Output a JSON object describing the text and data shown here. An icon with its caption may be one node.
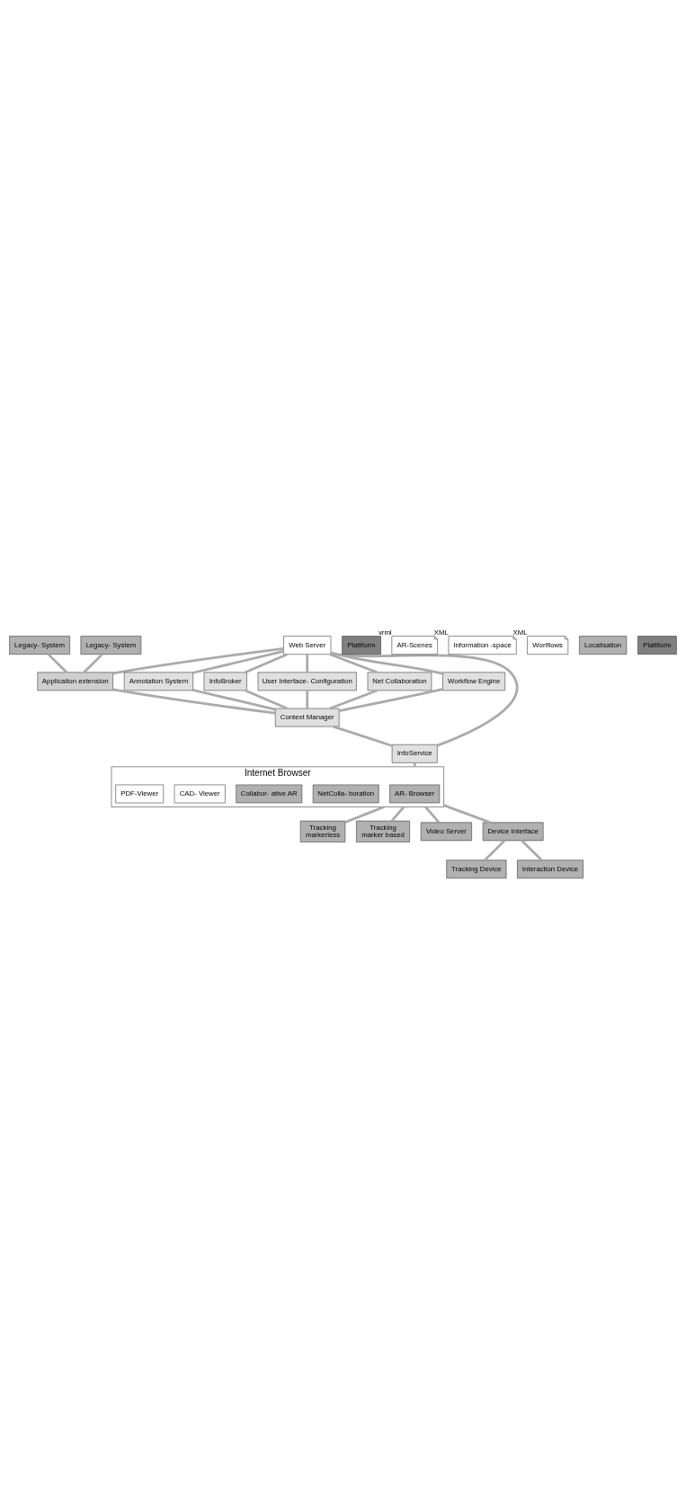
{
  "diagram": {
    "nodes": [
      {
        "text": [
          "Web Server"
        ]
      },
      {
        "text": [
          "Application extension"
        ]
      },
      {
        "text": [
          "Annotation System"
        ]
      },
      {
        "text": [
          "InfoBroker"
        ]
      },
      {
        "text": [
          "User Interface- Configuration"
        ]
      },
      {
        "text": [
          "Net Collaboration"
        ]
      },
      {
        "text": [
          "Workflow Engine"
        ]
      },
      {
        "text": [
          "Context Manager"
        ]
      },
      {
        "text": [
          "Plattform"
        ]
      },
      {
        "text": [
          "Legacy- System"
        ]
      },
      {
        "text": [
          "Legacy- System"
        ]
      },
      {
        "text": [
          "AR-Scenes"
        ],
        "beside": [
          "vrml"
        ]
      },
      {
        "text": [
          "Information -space"
        ],
        "beside": [
          "XML"
        ]
      },
      {
        "text": [
          "Worlflows"
        ],
        "beside": [
          "XML"
        ]
      },
      {
        "text": [
          "InfoService"
        ]
      },
      {
        "text": [
          "Internet Browser"
        ]
      },
      {
        "text": [
          "AR- Browser"
        ],
        "in": 15
      },
      {
        "text": [
          "NetColla- boration"
        ],
        "in": 15
      },
      {
        "text": [
          "Collabor- ative AR"
        ],
        "in": 15
      },
      {
        "text": [
          "CAD- Viewer"
        ],
        "in": 15
      },
      {
        "text": [
          "PDF-Viewer"
        ],
        "in": 15
      },
      {
        "text": [
          "Tracking",
          "markerless"
        ]
      },
      {
        "text": [
          "Tracking",
          "marker based"
        ]
      },
      {
        "text": [
          "Video Server"
        ]
      },
      {
        "text": [
          "Device Interface"
        ]
      },
      {
        "text": [
          "Localisation"
        ]
      },
      {
        "text": [
          "Tracking Device"
        ]
      },
      {
        "text": [
          "Interaction Device"
        ]
      },
      {
        "text": [
          "Plattform"
        ]
      }
    ],
    "edges": [
      {
        "from": 9,
        "to": 1,
        "arrow": "none"
      },
      {
        "from": 10,
        "to": 1,
        "arrow": "none"
      },
      {
        "from": 0,
        "to": 1,
        "arrow": "none"
      },
      {
        "from": 0,
        "to": 2,
        "arrow": "none"
      },
      {
        "from": 0,
        "to": 3,
        "arrow": "none"
      },
      {
        "from": 0,
        "to": 4,
        "arrow": "none"
      },
      {
        "from": 0,
        "to": 5,
        "arrow": "none"
      },
      {
        "from": 0,
        "to": 6,
        "arrow": "none"
      },
      {
        "from": 1,
        "to": 7,
        "arrow": "none"
      },
      {
        "from": 2,
        "to": 7,
        "arrow": "none"
      },
      {
        "from": 3,
        "to": 7,
        "arrow": "none"
      },
      {
        "from": 4,
        "to": 7,
        "arrow": "none"
      },
      {
        "from": 5,
        "to": 7,
        "arrow": "none"
      },
      {
        "from": 6,
        "to": 7,
        "arrow": "none"
      },
      {
        "from": 0,
        "to": 14,
        "arrow": "none"
      },
      {
        "from": 7,
        "to": 14,
        "arrow": "none"
      },
      {
        "from": 14,
        "to": 15,
        "arrow": "none"
      },
      {
        "from": 15,
        "to": 21,
        "arrow": "none"
      },
      {
        "from": 15,
        "to": 23,
        "arrow": "none"
      },
      {
        "from": 15,
        "to": 22,
        "arrow": "none"
      },
      {
        "from": 15,
        "to": 24,
        "arrow": "none"
      },
      {
        "from": 24,
        "to": 26,
        "arrow": "none"
      },
      {
        "from": 24,
        "to": 27,
        "arrow": "none"
      }
    ]
  }
}
